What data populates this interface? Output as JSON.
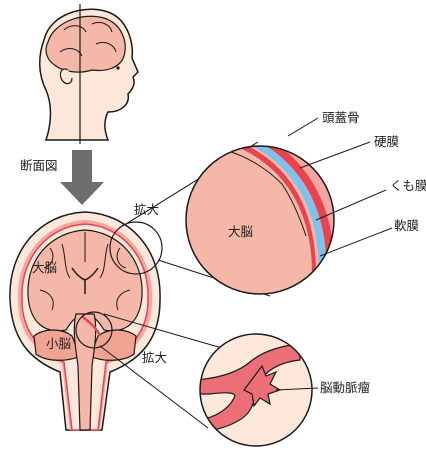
{
  "labels": {
    "section_view": "断面図",
    "enlarge_top": "拡大",
    "enlarge_bottom": "拡大",
    "cerebrum_section": "大脳",
    "cerebellum_section": "小脳",
    "cerebrum_zoom": "大脳",
    "skull": "頭蓋骨",
    "dura_mater": "硬膜",
    "arachnoid": "くも膜",
    "pia_mater": "軟膜",
    "aneurysm": "脳動脈瘤"
  },
  "colors": {
    "skin": "#fde8db",
    "brain": "#f5b8a8",
    "brain_dark": "#f1a391",
    "skull": "#f6a6a0",
    "dura": "#e8434e",
    "arachnoid": "#7ec3ee",
    "outline": "#1a1a1a",
    "arrow": "#6e6e6e",
    "vessel": "#ec6f78"
  }
}
